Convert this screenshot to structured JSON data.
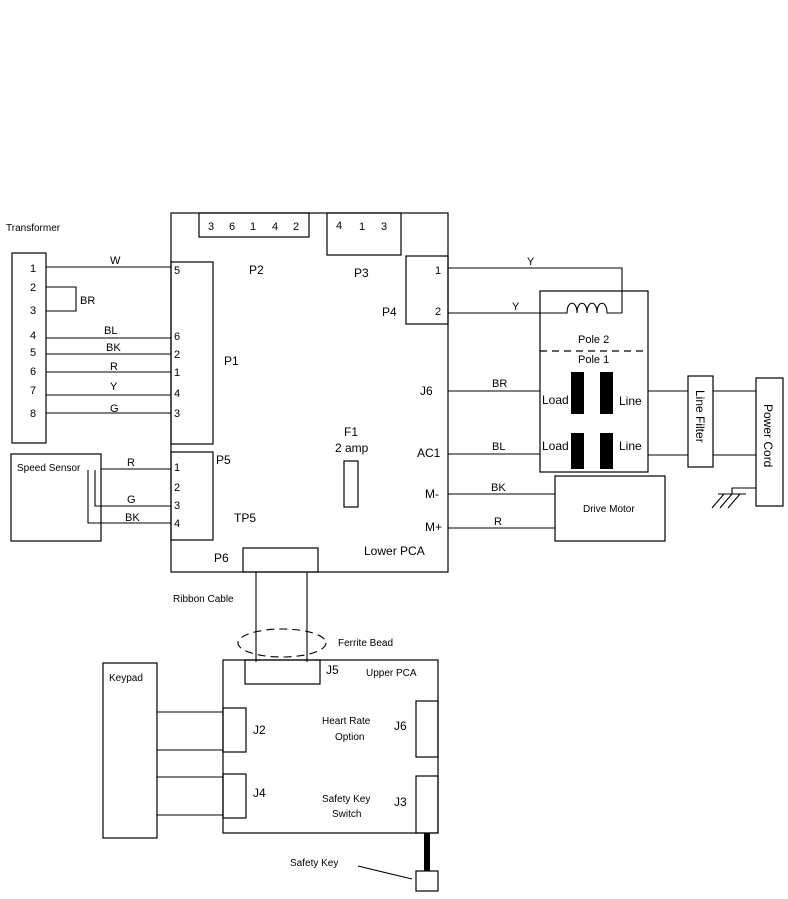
{
  "transformer": {
    "title": "Transformer",
    "pins": [
      "1",
      "2",
      "3",
      "4",
      "5",
      "6",
      "7",
      "8"
    ],
    "jumper_label": "BR"
  },
  "p1": {
    "label": "P1",
    "pins": [
      "5",
      "6",
      "2",
      "1",
      "4",
      "3"
    ]
  },
  "wire_colors": {
    "w": "W",
    "bl": "BL",
    "bk": "BK",
    "r": "R",
    "y": "Y",
    "g": "G",
    "br": "BR"
  },
  "p2": {
    "label": "P2",
    "pins": [
      "3",
      "6",
      "1",
      "4",
      "2"
    ]
  },
  "p3": {
    "label": "P3",
    "pins": [
      "4",
      "1",
      "3"
    ]
  },
  "p4": {
    "label": "P4",
    "pins": [
      "1",
      "2"
    ]
  },
  "speed_sensor": {
    "title": "Speed Sensor"
  },
  "p5": {
    "label": "P5",
    "pins": [
      "1",
      "2",
      "3",
      "4"
    ],
    "tp": "TP5"
  },
  "fuse": {
    "name": "F1",
    "rating": "2 amp"
  },
  "lower_pca": {
    "label": "Lower PCA",
    "j6": "J6",
    "ac1": "AC1",
    "m_minus": "M-",
    "m_plus": "M+",
    "p6": "P6"
  },
  "relay": {
    "pole2": "Pole 2",
    "pole1": "Pole 1",
    "load": "Load",
    "line": "Line"
  },
  "line_filter": "Line Filter",
  "power_cord": "Power Cord",
  "drive_motor": "Drive Motor",
  "ribbon_cable": "Ribbon Cable",
  "ferrite_bead": "Ferrite Bead",
  "upper_pca": {
    "label": "Upper PCA",
    "j5": "J5",
    "j2": "J2",
    "j4": "J4",
    "j6": "J6",
    "j3": "J3",
    "heart_rate_1": "Heart Rate",
    "heart_rate_2": "Option",
    "safety_switch_1": "Safety Key",
    "safety_switch_2": "Switch"
  },
  "keypad": "Keypad",
  "safety_key": "Safety Key"
}
